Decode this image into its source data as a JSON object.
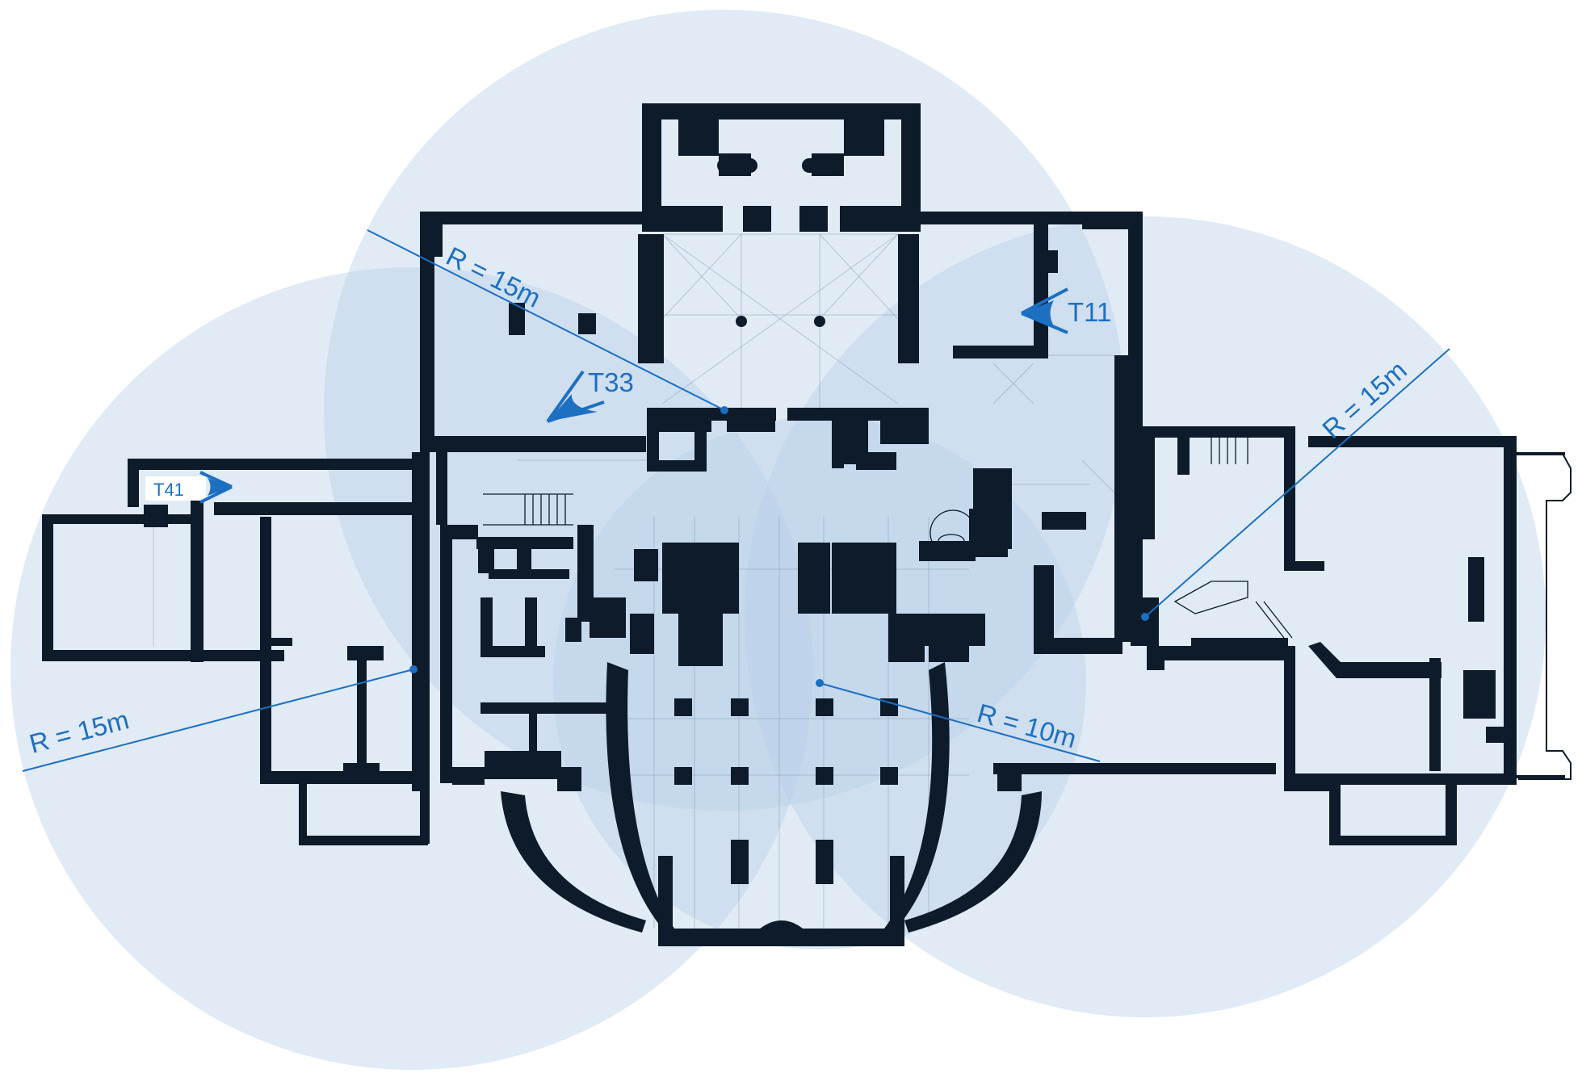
{
  "colors": {
    "coverage": "#b7cfe6",
    "wall": "#0d1b2a",
    "annotation": "#1d6fc2",
    "label_bg": "#ffffff",
    "floor_grid": "#7f97ad"
  },
  "devices": [
    {
      "id": "T11",
      "label": "T11",
      "icon": "sector-arrow-icon"
    },
    {
      "id": "T33",
      "label": "T33",
      "icon": "sector-arrow-icon"
    },
    {
      "id": "T41",
      "label": "T41",
      "icon": "sector-arrow-icon"
    }
  ],
  "coverage_zones": [
    {
      "name": "left-coverage",
      "radius_label": "R = 15m",
      "radius_m": 15
    },
    {
      "name": "upper-center-coverage",
      "radius_label": "R = 15m",
      "radius_m": 15
    },
    {
      "name": "right-coverage",
      "radius_label": "R = 15m",
      "radius_m": 15
    },
    {
      "name": "center-coverage",
      "radius_label": "R = 10m",
      "radius_m": 10
    }
  ]
}
